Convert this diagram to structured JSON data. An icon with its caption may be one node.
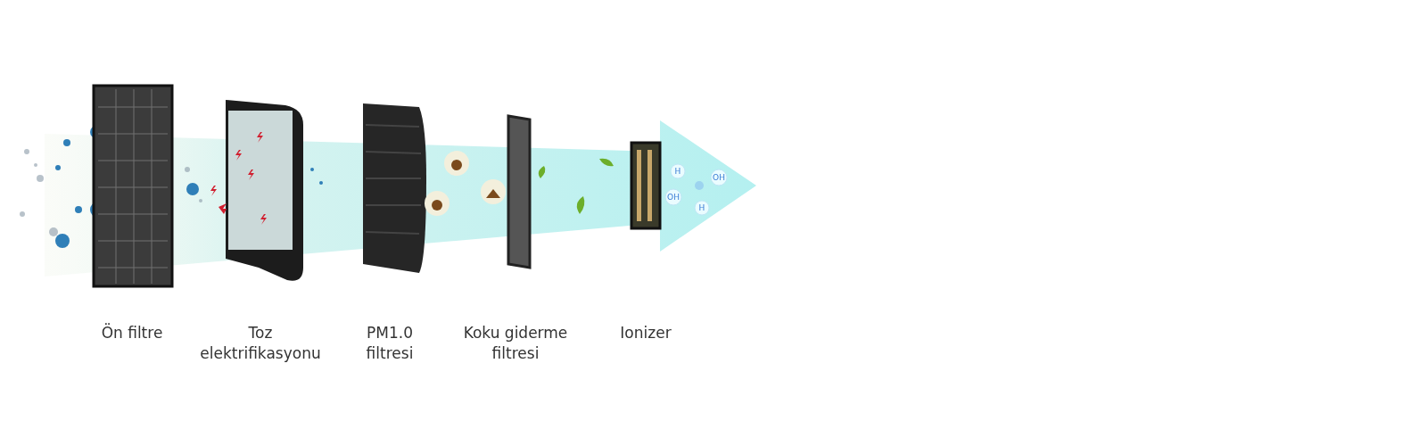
{
  "diagram": {
    "labels": [
      "H",
      "OH",
      "OH",
      "H",
      "Ön filtre",
      "Toz elektrifikasyonu",
      "PM1.0 filtresi",
      "Koku giderme filtresi",
      "Ionizer"
    ]
  }
}
